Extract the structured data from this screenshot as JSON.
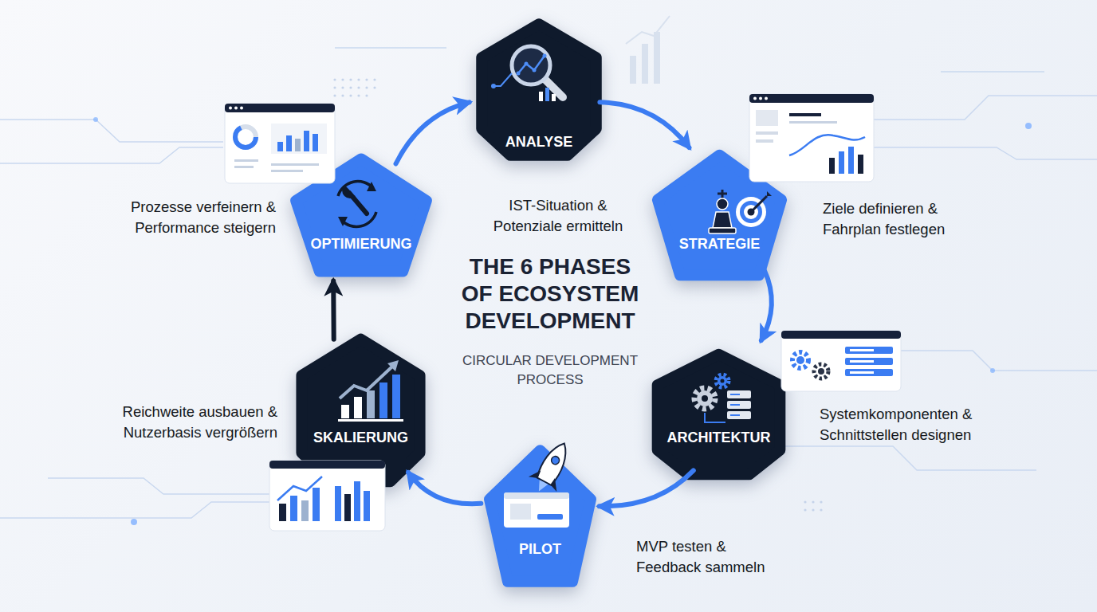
{
  "diagram": {
    "title": "THE 6 PHASES OF ECOSYSTEM DEVELOPMENT",
    "caption": "CIRCULAR DEVELOPMENT PROCESS",
    "nodes": [
      {
        "text": [
          "ANALYSE",
          "IST-Situation & Potenziale ermitteln"
        ]
      },
      {
        "text": [
          "STRATEGIE",
          "Ziele definieren & Fahrplan festlegen"
        ]
      },
      {
        "text": [
          "ARCHITEKTUR",
          "Systemkomponenten & Schnittstellen designen"
        ]
      },
      {
        "text": [
          "PILOT",
          "MVP testen & Feedback sammeln"
        ]
      },
      {
        "text": [
          "SKALIERUNG",
          "Reichweite ausbauen & Nutzerbasis vergrößern"
        ]
      },
      {
        "text": [
          "OPTIMIERUNG",
          "Prozesse verfeinern & Performance steigern"
        ]
      }
    ],
    "edges": [
      {
        "from": 0,
        "to": 1,
        "arrow": "to"
      },
      {
        "from": 1,
        "to": 2,
        "arrow": "to"
      },
      {
        "from": 2,
        "to": 3,
        "arrow": "to"
      },
      {
        "from": 3,
        "to": 4,
        "arrow": "to"
      },
      {
        "from": 4,
        "to": 5,
        "arrow": "to"
      },
      {
        "from": 5,
        "to": 0,
        "arrow": "to"
      }
    ]
  }
}
